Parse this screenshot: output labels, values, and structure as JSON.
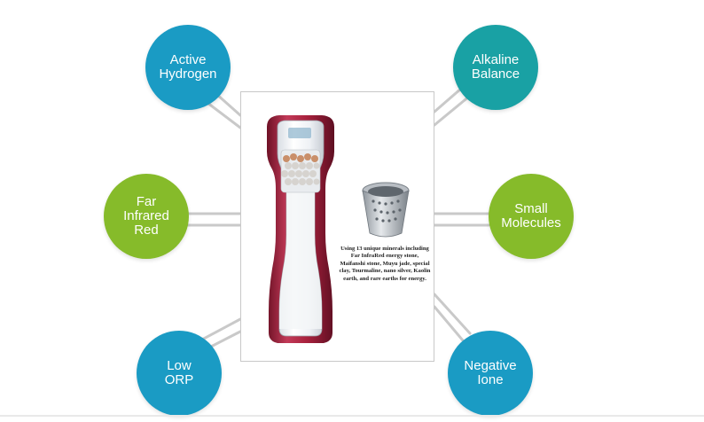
{
  "features": [
    {
      "label": "Active\nHydrogen",
      "color": "#1a9bc4"
    },
    {
      "label": "Alkaline\nBalance",
      "color": "#19a1a4"
    },
    {
      "label": "Far\nInfrared\nRed",
      "color": "#86bb2a"
    },
    {
      "label": "Small\nMolecules",
      "color": "#86bb2a"
    },
    {
      "label": "Low\nORP",
      "color": "#1a9bc4"
    },
    {
      "label": "Negative\nIone",
      "color": "#1a9bc4"
    }
  ],
  "caption": "Using 13 unique minerals including Far InfraRed energy stone, Maifanshi stone, Muyu jade, special clay, Tourmaline, nano silver, Kaolin earth, and rare earths for energy.",
  "colors": {
    "bottle": "#a8213d",
    "connector": "#c9c9c9"
  }
}
